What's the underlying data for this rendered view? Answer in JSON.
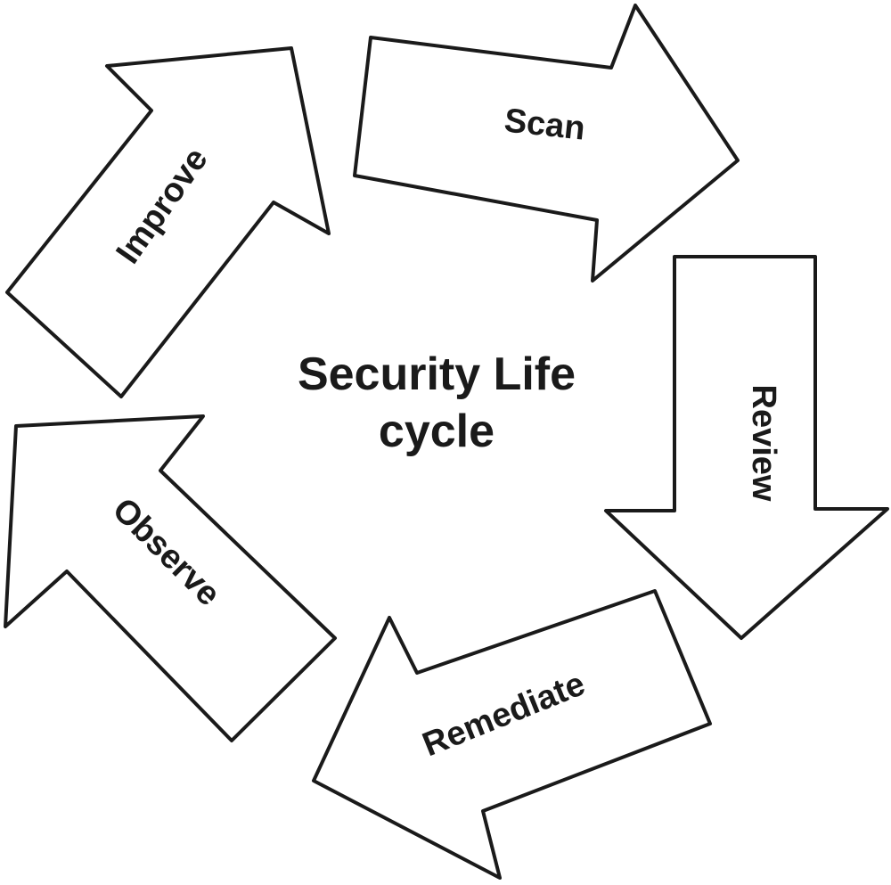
{
  "diagram": {
    "title_line1": "Security Life",
    "title_line2": "cycle",
    "stages": {
      "scan": "Scan",
      "review": "Review",
      "remediate": "Remediate",
      "observe": "Observe",
      "improve": "Improve"
    },
    "colors": {
      "stroke": "#1a1a1a",
      "fill": "#ffffff",
      "text": "#1a1a1a"
    }
  }
}
